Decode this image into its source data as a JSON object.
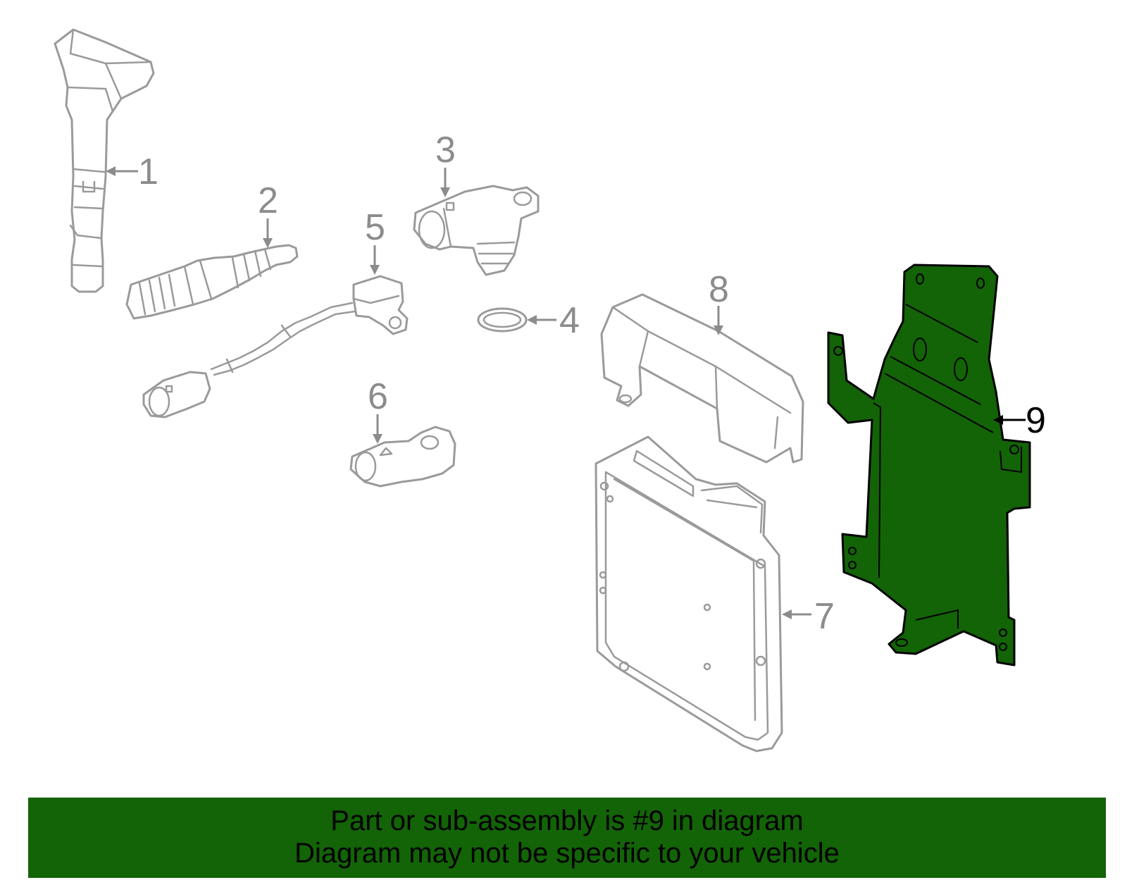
{
  "callouts": [
    {
      "num": "1",
      "part": "ignition-coil"
    },
    {
      "num": "2",
      "part": "spark-plug"
    },
    {
      "num": "3",
      "part": "camshaft-sensor"
    },
    {
      "num": "4",
      "part": "o-ring"
    },
    {
      "num": "5",
      "part": "oxygen-sensor"
    },
    {
      "num": "6",
      "part": "knock-sensor"
    },
    {
      "num": "7",
      "part": "engine-control-module"
    },
    {
      "num": "8",
      "part": "ecm-cover"
    },
    {
      "num": "9",
      "part": "ecm-bracket",
      "highlighted": true
    }
  ],
  "highlight_color": "#136307",
  "banner": {
    "line1": "Part or sub-assembly is #9 in diagram",
    "line2": "Diagram may not be specific to your vehicle"
  }
}
